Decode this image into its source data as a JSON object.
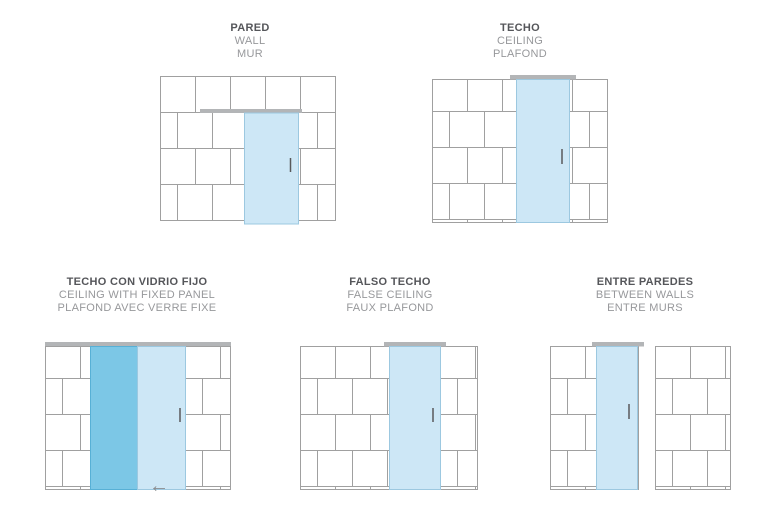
{
  "page": {
    "background": "#ffffff"
  },
  "colors": {
    "brick_line": "#a0a0a0",
    "rail_gray": "#b3b5b7",
    "glass_light": "#cde7f6",
    "glass_light_border": "#9cc8e0",
    "glass_dark": "#7cc7e6",
    "glass_dark_border": "#57b0d6",
    "handle": "#58595b",
    "title_text": "#55565a",
    "subtitle_text": "#97989b"
  },
  "diagrams": [
    {
      "id": "pared",
      "title": "PARED",
      "subtitles": [
        "WALL",
        "MUR"
      ]
    },
    {
      "id": "techo",
      "title": "TECHO",
      "subtitles": [
        "CEILING",
        "PLAFOND"
      ]
    },
    {
      "id": "techo-con-vidrio-fijo",
      "title": "TECHO CON VIDRIO FIJO",
      "subtitles": [
        "CEILING WITH FIXED PANEL",
        "PLAFOND AVEC VERRE FIXE"
      ]
    },
    {
      "id": "falso-techo",
      "title": "FALSO TECHO",
      "subtitles": [
        "FALSE CEILING",
        "FAUX PLAFOND"
      ]
    },
    {
      "id": "entre-paredes",
      "title": "ENTRE PAREDES",
      "subtitles": [
        "BETWEEN WALLS",
        "ENTRE MURS"
      ]
    }
  ],
  "icons": {
    "slide_direction_arrow_icon": "←"
  }
}
